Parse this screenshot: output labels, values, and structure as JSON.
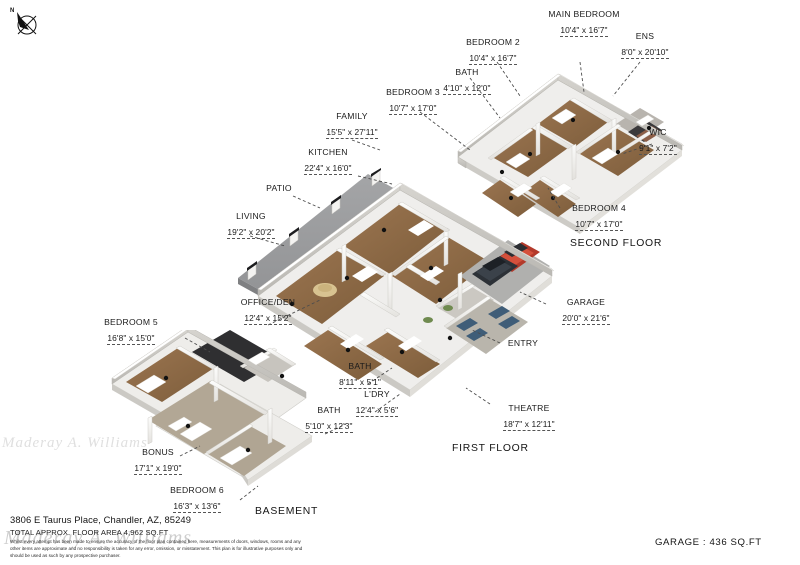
{
  "document": {
    "type": "real-estate-floor-plan",
    "address": "3806 E Taurus Place, Chandler, AZ, 85249",
    "total_area": "TOTAL APPROX. FLOOR AREA 4,962 SQ.FT",
    "disclaimer": "Whilst every attempt has been made to ensure the accuracy of the floor plan contained here, measurements of doors, windows, rooms and any other items are approximate and no responsibility is taken for any error, omission, or misstatement. This plan is for illustrative purposes only and should be used as such by any prospective purchaser.",
    "garage_area_label": "GARAGE  :     436 SQ.FT",
    "compass_label": "N",
    "watermark": "Maderay A. Williams"
  },
  "floors": [
    {
      "id": "second-floor",
      "name": "SECOND FLOOR",
      "rooms": [
        {
          "id": "bedroom-2",
          "name": "BEDROOM 2",
          "dimensions": "10'4\" x 16'7\""
        },
        {
          "id": "bath-2nd",
          "name": "BATH",
          "dimensions": "4'10\" x 12'0\""
        },
        {
          "id": "bedroom-3",
          "name": "BEDROOM 3",
          "dimensions": "10'7\" x 17'0\""
        },
        {
          "id": "main-bedroom",
          "name": "MAIN BEDROOM",
          "dimensions": "10'4\" x 16'7\""
        },
        {
          "id": "ens",
          "name": "ENS",
          "dimensions": "8'0\" x 20'10\""
        },
        {
          "id": "wic",
          "name": "WIC",
          "dimensions": "9'1\" x 7'2\""
        },
        {
          "id": "bedroom-4",
          "name": "BEDROOM 4",
          "dimensions": "10'7\" x 17'0\""
        }
      ]
    },
    {
      "id": "first-floor",
      "name": "FIRST FLOOR",
      "rooms": [
        {
          "id": "family",
          "name": "FAMILY",
          "dimensions": "15'5\" x 27'11\""
        },
        {
          "id": "kitchen",
          "name": "KITCHEN",
          "dimensions": "22'4\" x 16'0\""
        },
        {
          "id": "patio",
          "name": "PATIO",
          "dimensions": ""
        },
        {
          "id": "living",
          "name": "LIVING",
          "dimensions": "19'2\" x 20'2\""
        },
        {
          "id": "office-den",
          "name": "OFFICE/DEN",
          "dimensions": "12'4\" x 15'2\""
        },
        {
          "id": "garage",
          "name": "GARAGE",
          "dimensions": "20'0\" x 21'6\""
        },
        {
          "id": "entry",
          "name": "ENTRY",
          "dimensions": ""
        },
        {
          "id": "bath-1st",
          "name": "BATH",
          "dimensions": "8'11\" x 5'1\""
        },
        {
          "id": "laundry",
          "name": "L'DRY",
          "dimensions": "12'4\" x 5'6\""
        },
        {
          "id": "theatre",
          "name": "THEATRE",
          "dimensions": "18'7\" x 12'11\""
        }
      ]
    },
    {
      "id": "basement",
      "name": "BASEMENT",
      "rooms": [
        {
          "id": "bedroom-5",
          "name": "BEDROOM 5",
          "dimensions": "16'8\" x 15'0\""
        },
        {
          "id": "bath-bsmt",
          "name": "BATH",
          "dimensions": "5'10\" x 12'3\""
        },
        {
          "id": "bonus",
          "name": "BONUS",
          "dimensions": "17'1\" x 19'0\""
        },
        {
          "id": "bedroom-6",
          "name": "BEDROOM 6",
          "dimensions": "16'3\" x 13'6\""
        }
      ]
    }
  ],
  "colors": {
    "wood_floor": "#8d6a45",
    "carpet": "#b3a895",
    "wall": "#f2f1ef",
    "roof_grey": "#9b9c9e",
    "car_red": "#c0392b",
    "car_dark": "#2c3137",
    "sofa_blue": "#3f5d78",
    "text": "#1b1b1b"
  }
}
